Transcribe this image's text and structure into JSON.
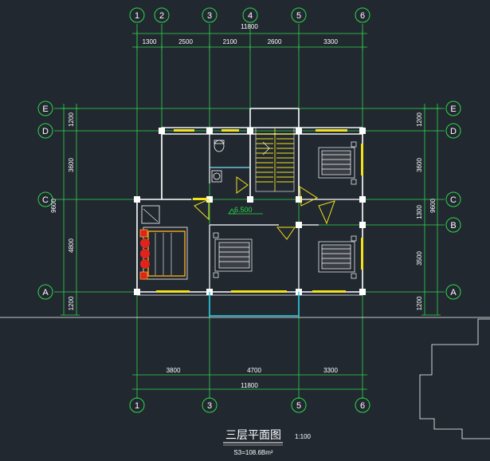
{
  "axes": {
    "top": [
      "1",
      "2",
      "3",
      "4",
      "5",
      "6"
    ],
    "bottom": [
      "1",
      "3",
      "5",
      "6"
    ],
    "left": [
      "E",
      "D",
      "C",
      "A"
    ],
    "right": [
      "E",
      "D",
      "C",
      "B",
      "A"
    ]
  },
  "dimensions": {
    "top_total": "11800",
    "top_segments": [
      "1300",
      "2500",
      "2100",
      "2600",
      "3300"
    ],
    "bottom_segments": [
      "3800",
      "4700",
      "3300"
    ],
    "bottom_total": "11800",
    "left_segments": [
      "1200",
      "3600",
      "4800",
      "1200"
    ],
    "left_total": "9600",
    "right_segments": [
      "1200",
      "3600",
      "1300",
      "3500",
      "1200"
    ],
    "right_total": "9600"
  },
  "plan": {
    "elevation_mark": "6.500",
    "title": "三层平面图",
    "scale": "1:100",
    "area_note": "S3=108.6Bm²"
  },
  "colors": {
    "background": "#212830",
    "grid_green": "#2fd84a",
    "wall_white": "#ffffff",
    "window_yellow": "#f2e21c",
    "stair_yellow": "#f2e21c",
    "door_cyan": "#29d3e8",
    "column_fill": "#ffffff",
    "furniture_red": "#e0241c"
  }
}
